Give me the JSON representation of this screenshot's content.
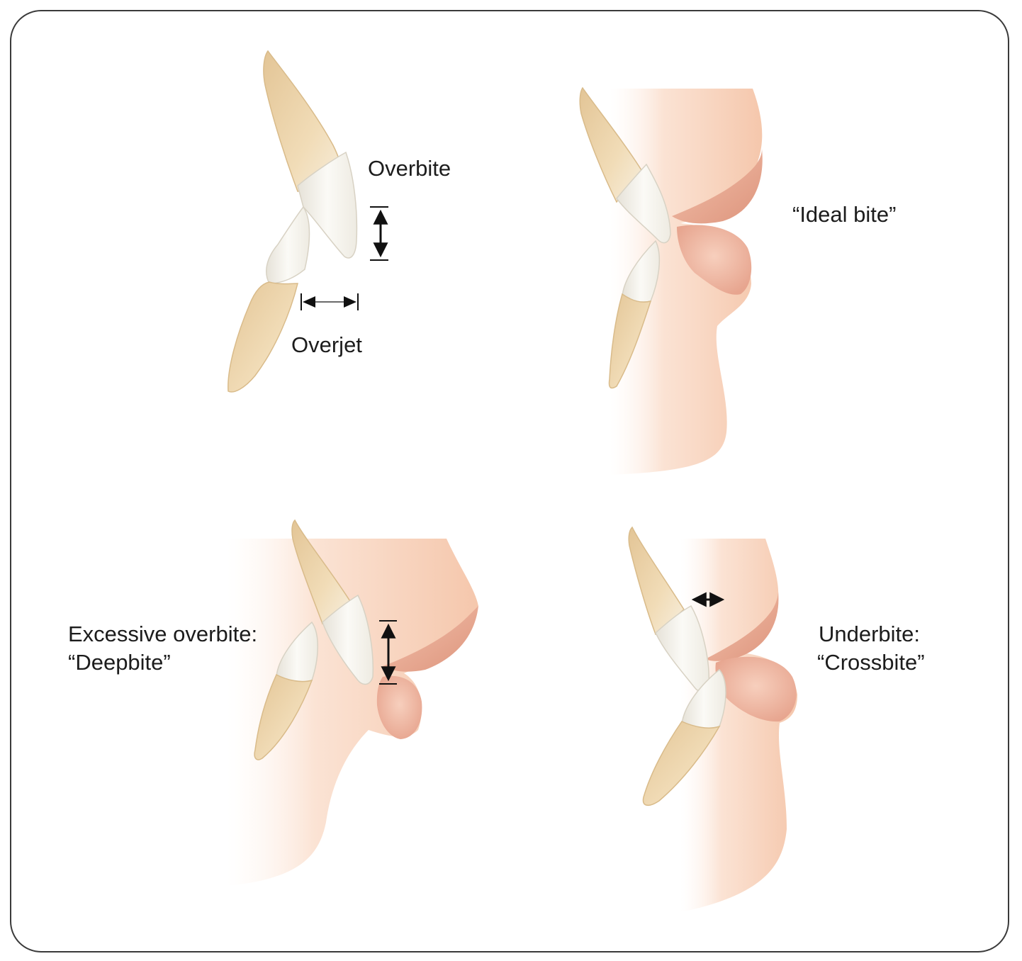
{
  "panels": {
    "top_left": {
      "overbite_label": "Overbite",
      "overjet_label": "Overjet"
    },
    "top_right": {
      "ideal_label": "“Ideal bite”"
    },
    "bottom_left": {
      "label_line1": "Excessive overbite:",
      "label_line2": "“Deepbite”"
    },
    "bottom_right": {
      "label_line1": "Underbite:",
      "label_line2": "“Crossbite”"
    }
  },
  "colors": {
    "frame": "#3a3a3a",
    "tooth_root": "#e9cfa3",
    "tooth_crown": "#f6f3ec",
    "skin": "#f6cdb4",
    "lip": "#e8a892",
    "arrow": "#111111"
  }
}
